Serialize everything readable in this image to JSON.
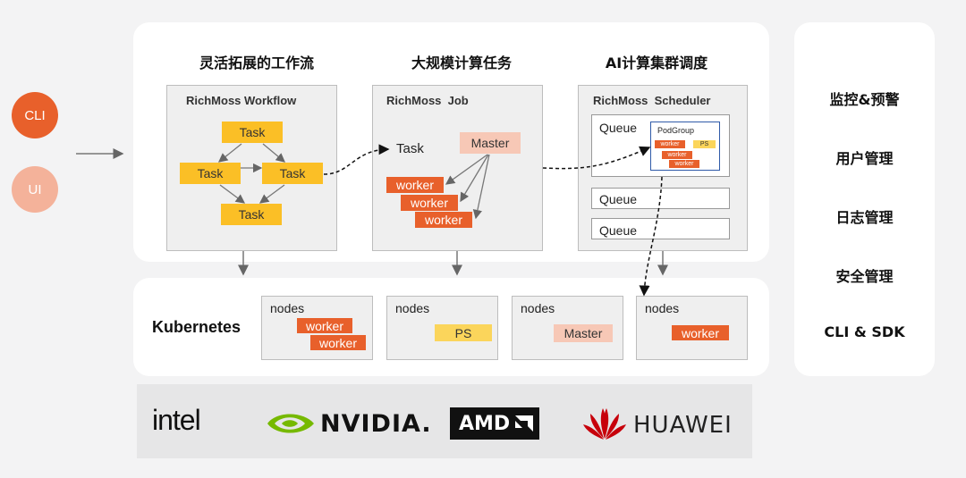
{
  "inputs": {
    "cli": "CLI",
    "ui": "UI"
  },
  "columns": {
    "workflow_title": "灵活拓展的工作流",
    "job_title": "大规模计算任务",
    "scheduler_title": "AI计算集群调度"
  },
  "workflow": {
    "name": "RichMoss Workflow",
    "tasks": [
      "Task",
      "Task",
      "Task",
      "Task"
    ]
  },
  "job": {
    "name": "RichMoss  Job",
    "task_label": "Task",
    "master": "Master",
    "workers": [
      "worker",
      "worker",
      "worker"
    ]
  },
  "scheduler": {
    "name": "RichMoss  Scheduler",
    "queues": [
      "Queue",
      "Queue",
      "Queue"
    ],
    "podgroup": {
      "label": "PodGroup",
      "worker": "worker",
      "ps": "PS",
      "workers": [
        "worker",
        "worker"
      ]
    }
  },
  "kubernetes": {
    "label": "Kubernetes",
    "nodes_label": "nodes",
    "node1": [
      "worker",
      "worker"
    ],
    "node2": "PS",
    "node3": "Master",
    "node4": "worker"
  },
  "menu": [
    "监控&预警",
    "用户管理",
    "日志管理",
    "安全管理",
    "CLI & SDK"
  ],
  "vendors": {
    "intel": "intel",
    "nvidia": "NVIDIA.",
    "amd": "AMD",
    "huawei": "HUAWEI"
  },
  "colors": {
    "orange": "#e8602b",
    "yellow": "#fbbf26",
    "salmon": "#f7c8b6",
    "light_yellow": "#fbd55b"
  }
}
